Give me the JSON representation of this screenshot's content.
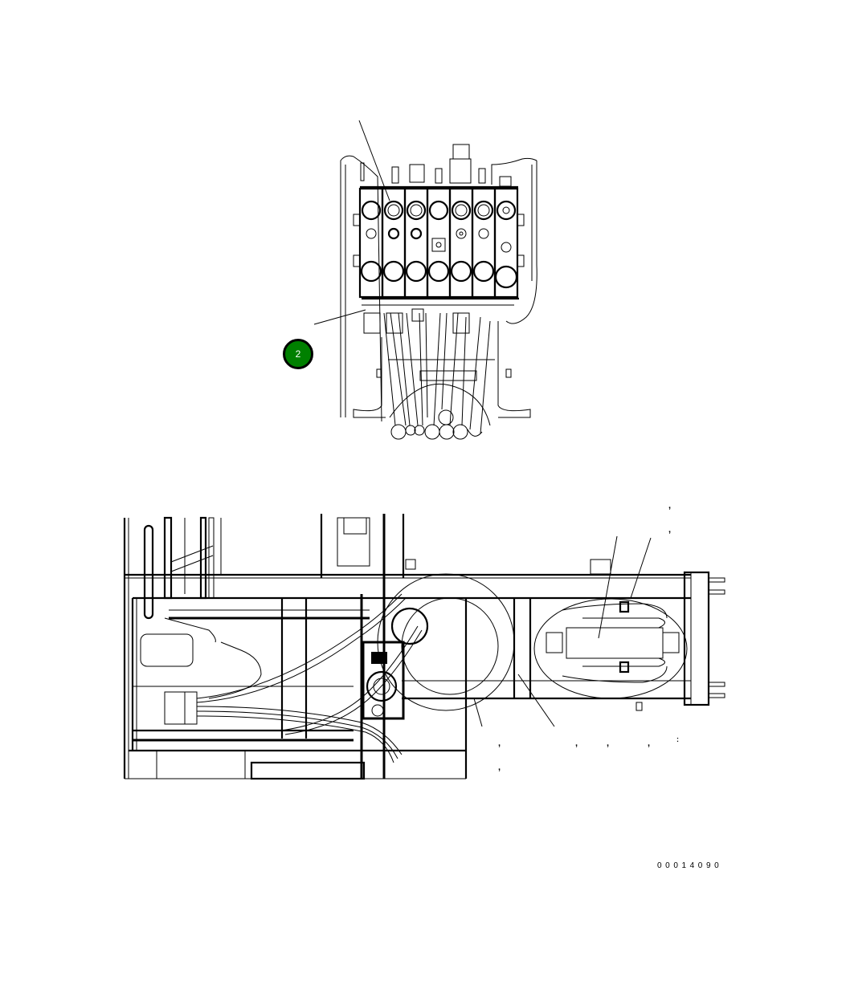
{
  "diagram": {
    "type": "technical parts illustration",
    "views": [
      {
        "id": "top-view",
        "subject": "control valve bank with hose bundle"
      },
      {
        "id": "bottom-view",
        "subject": "frame / chassis plan view with hydraulic hose routing and cylinder"
      }
    ],
    "callouts": [
      {
        "label": "2",
        "color": "#008000",
        "border": "#000000",
        "text_color": "#ffffff"
      }
    ],
    "separator_marks": [
      ",",
      ",",
      ",",
      ",",
      ",",
      ",",
      ",",
      ",",
      ":"
    ],
    "figure_id": "00014090"
  }
}
